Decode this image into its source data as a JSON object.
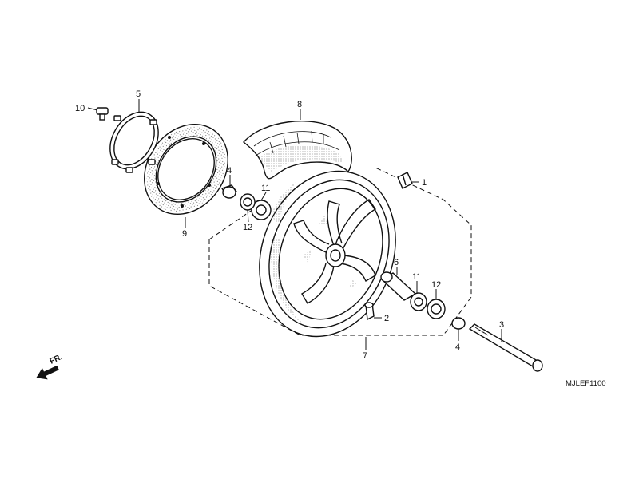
{
  "diagram": {
    "code": "MJLEF1100",
    "direction_label": "FR.",
    "callouts": {
      "c1": "1",
      "c2": "2",
      "c3": "3",
      "c4a": "4",
      "c4b": "4",
      "c5": "5",
      "c6": "6",
      "c7": "7",
      "c8": "8",
      "c9": "9",
      "c10": "10",
      "c11a": "11",
      "c11b": "11",
      "c12a": "12",
      "c12b": "12"
    }
  }
}
